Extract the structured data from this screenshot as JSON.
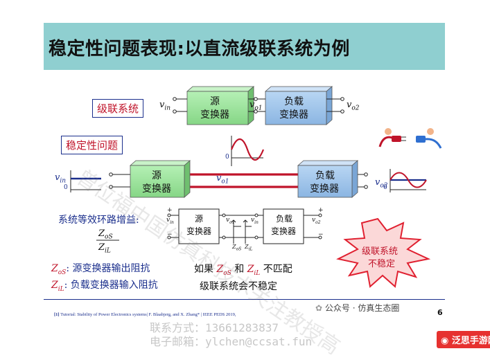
{
  "title": "稳定性问题表现:以直流级联系统为例",
  "labels": {
    "cascade": "级联系统",
    "stability": "稳定性问题",
    "loop_gain": "系统等效环路增益:"
  },
  "converters": {
    "source_line1": "源",
    "source_line2": "变换器",
    "load_line1": "负载",
    "load_line2": "变换器"
  },
  "signals": {
    "vin": "v",
    "vin_sub": "in",
    "vo1": "v",
    "vo1_sub": "o1",
    "vo2": "v",
    "vo2_sub": "o2",
    "zero": "0",
    "zos": "Z",
    "zos_sub": "oS",
    "zil": "Z",
    "zil_sub": "iL",
    "plus": "+",
    "minus": "−"
  },
  "fraction": {
    "num": "Z",
    "num_sub": "oS",
    "den": "Z",
    "den_sub": "iL"
  },
  "defs": {
    "zos_desc": ": 源变换器输出阻抗",
    "zil_desc": ": 负载变换器输入阻抗"
  },
  "conclusion": {
    "line1_pre": "如果 ",
    "line1_mid": " 和 ",
    "line1_post": " 不匹配",
    "line2": "级联系统会不稳定"
  },
  "burst": {
    "line1": "级联系统",
    "line2": "不稳定"
  },
  "footer": {
    "reference_num": "[1]",
    "reference": "Tutorial: Stability of Power Electronics systems| F. Blaabjerg, and X. Zhang* | IEEE PEDS 2019,",
    "page": "6",
    "wechat": "公众号 · 仿真生态圈"
  },
  "watermark": {
    "phone": "联系方式：13661283837",
    "email": "电子邮箱：ylchen@ccsat.fun",
    "diagonal": "曾位福中国仿真科技术关注教授高级讲座论坛"
  },
  "badge": "泛思手游网",
  "colors": {
    "title_bg": "#8fcfd0",
    "source_box": "#9ee59e",
    "load_box": "#9fc4ea",
    "accent_red": "#c0142a",
    "label_blue": "#1a2e8c"
  }
}
